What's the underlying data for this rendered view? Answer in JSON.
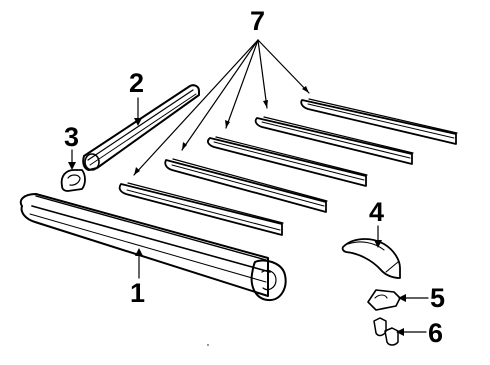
{
  "diagram": {
    "callouts": [
      {
        "id": "1",
        "label": "1"
      },
      {
        "id": "2",
        "label": "2"
      },
      {
        "id": "3",
        "label": "3"
      },
      {
        "id": "4",
        "label": "4"
      },
      {
        "id": "5",
        "label": "5"
      },
      {
        "id": "6",
        "label": "6"
      },
      {
        "id": "7",
        "label": "7"
      }
    ]
  },
  "colors": {
    "ink": "#000000",
    "paper": "#ffffff"
  }
}
